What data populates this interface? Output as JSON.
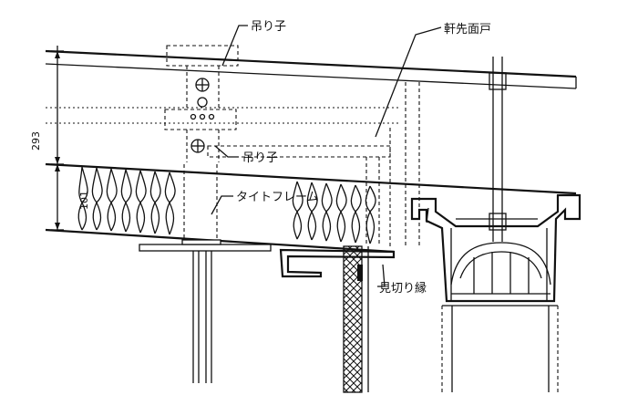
{
  "labels": {
    "hanger_top": "吊り子",
    "hanger_mid": "吊り子",
    "eave_face": "軒先面戸",
    "tight_frame": "タイトフレーム",
    "parting_edge": "見切り縁"
  },
  "dimensions": {
    "overall": "293",
    "insulation": "101"
  }
}
